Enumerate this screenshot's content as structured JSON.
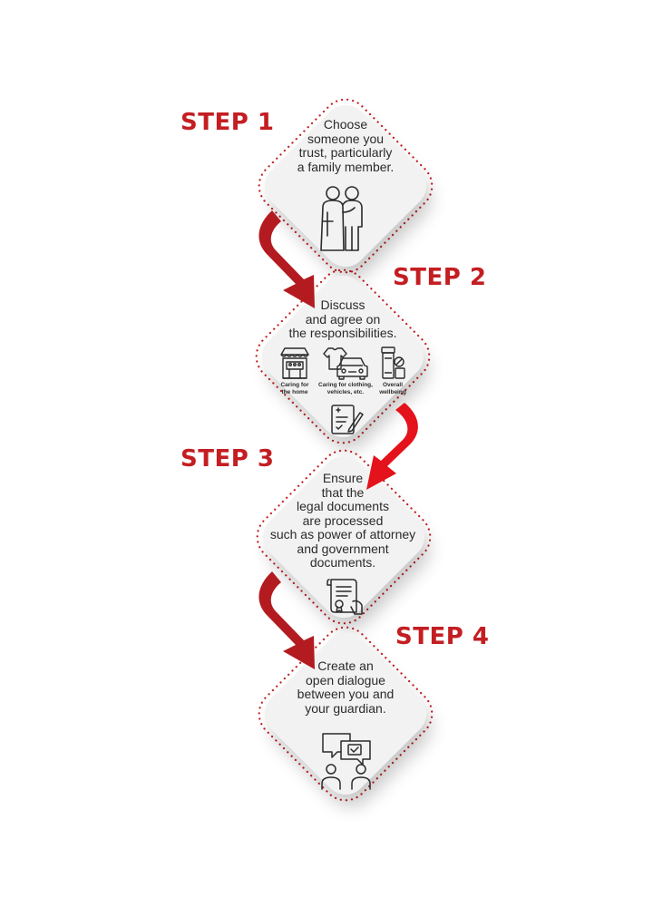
{
  "colors": {
    "accent": "#c41e22",
    "arrow_dark": "#b31b20",
    "arrow_bright": "#e4121a",
    "card": "#f2f2f2",
    "text": "#2b2b2b"
  },
  "steps": [
    {
      "label": "STEP 1",
      "text": "Choose\nsomeone you\ntrust, particularly\na family member.",
      "icon": "elderly-couple-icon"
    },
    {
      "label": "STEP 2",
      "text": "Discuss\nand agree on\nthe responsibilities.",
      "icon": "checklist-icon",
      "sub_items": [
        {
          "icon": "house-icon",
          "caption": "Caring for\nthe home"
        },
        {
          "icon": "clothing-car-icon",
          "caption": "Caring for clothing,\nvehicles, etc."
        },
        {
          "icon": "medicine-icon",
          "caption": "Overall\nwellbeing"
        }
      ]
    },
    {
      "label": "STEP 3",
      "text": "Ensure\nthat the\nlegal documents\nare processed\nsuch as power of attorney\nand government\ndocuments.",
      "icon": "certificate-icon"
    },
    {
      "label": "STEP 4",
      "text": "Create an\nopen dialogue\nbetween you and\nyour guardian.",
      "icon": "conversation-icon"
    }
  ]
}
